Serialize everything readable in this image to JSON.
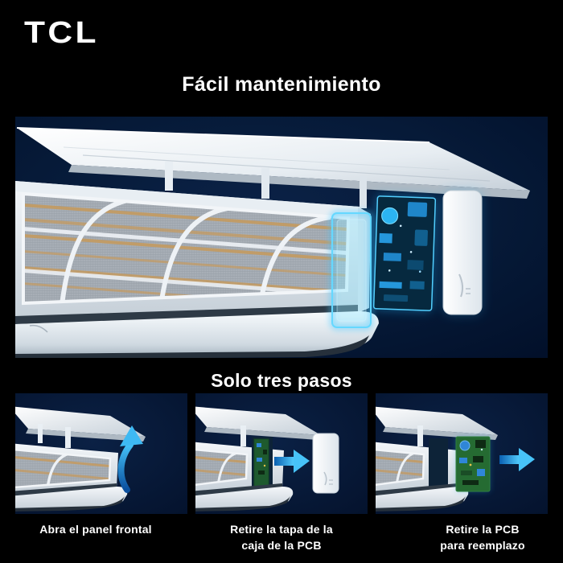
{
  "page": {
    "background": "#000000"
  },
  "brand": {
    "logo_text": "TCL"
  },
  "hero": {
    "title": "Fácil mantenimiento",
    "illustration": "air-conditioner-exploded-view-pcb-highlighted"
  },
  "steps": {
    "heading": "Solo tres pasos",
    "items": [
      {
        "caption_lines": [
          "Abra el panel frontal"
        ],
        "illustration": "ac-open-front-panel",
        "icon": "curved-arrow-up-icon"
      },
      {
        "caption_lines": [
          "Retire la tapa de la",
          "caja de la PCB"
        ],
        "illustration": "ac-remove-pcb-box-cover",
        "icon": "arrow-right-icon"
      },
      {
        "caption_lines": [
          "Retire la PCB",
          "para reemplazo"
        ],
        "illustration": "ac-remove-pcb",
        "icon": "arrow-right-icon"
      }
    ]
  },
  "colors": {
    "accent_blue": "#3BBCF5",
    "panel_navy": "#061A38",
    "pcb_green": "#2E6B35",
    "text": "#FFFFFF"
  }
}
